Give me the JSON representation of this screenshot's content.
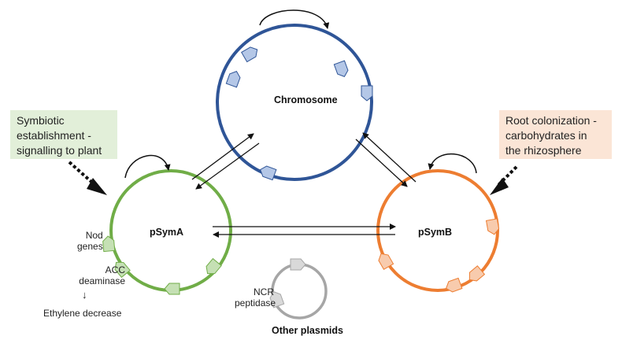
{
  "colors": {
    "chromosome": "#2f5597",
    "psyma": "#70ad47",
    "psymb": "#ed7d31",
    "other": "#a6a6a6",
    "chromosome_gene": "#b4c7e7",
    "psyma_gene": "#c5e0b4",
    "psymb_gene": "#f8cbad",
    "other_gene": "#d9d9d9",
    "box_left": "#e2efd9",
    "box_right": "#fbe5d6"
  },
  "replicons": {
    "chromosome": "Chromosome",
    "psyma": "pSymA",
    "psymb": "pSymB",
    "other": "Other plasmids"
  },
  "gene_labels": {
    "nod": "Nod\ngenes",
    "acc": "ACC\ndeaminase",
    "down_arrow": "↓",
    "ethylene": "Ethylene decrease",
    "ncr": "NCR\npeptidase"
  },
  "boxes": {
    "left": "Symbiotic\nestablishment -\nsignalling to plant",
    "right": "Root colonization -\ncarbohydrates in\nthe rhizosphere"
  }
}
